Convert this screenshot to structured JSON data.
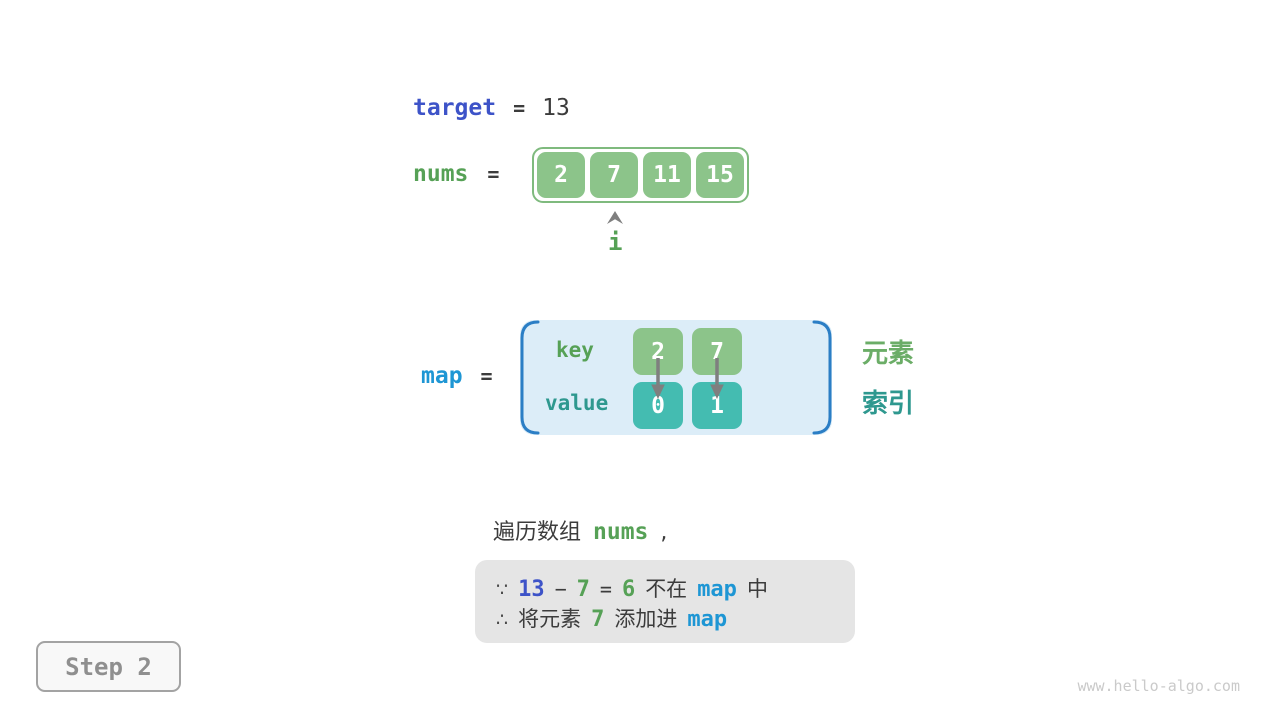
{
  "colors": {
    "code_blue": "#3d53c8",
    "code_cyan": "#1e96d4",
    "green_text": "#56a156",
    "teal_text": "#2e988f",
    "green_box": "#8cc48a",
    "teal_box": "#44bcb1",
    "map_bg": "#dcedf8",
    "map_bracket": "#2b7ec5",
    "arrow_gray": "#7f7f7f",
    "equation_box_bg": "#e5e5e5"
  },
  "target_line": {
    "keyword": "target",
    "equals": "=",
    "value": "13"
  },
  "nums_line": {
    "keyword": "nums",
    "equals": "=",
    "cells": [
      "2",
      "7",
      "11",
      "15"
    ],
    "pointer": "i"
  },
  "map_line": {
    "keyword": "map",
    "equals": "=",
    "key_label": "key",
    "value_label": "value",
    "keys": [
      "2",
      "7"
    ],
    "values": [
      "0",
      "1"
    ],
    "element_label": "元素",
    "index_label": "索引"
  },
  "caption": {
    "text": "遍历数组",
    "code": "nums",
    "comma": ","
  },
  "equation_box": {
    "because": "∵",
    "therefore": "∴",
    "line1": {
      "n1": "13",
      "minus": "−",
      "n2": "7",
      "eq": "=",
      "n3": "6",
      "t1": "不在",
      "map": "map",
      "t2": "中"
    },
    "line2": {
      "t1": "将元素",
      "n1": "7",
      "t2": "添加进",
      "map": "map"
    }
  },
  "step_badge": "Step 2",
  "watermark": "www.hello-algo.com"
}
